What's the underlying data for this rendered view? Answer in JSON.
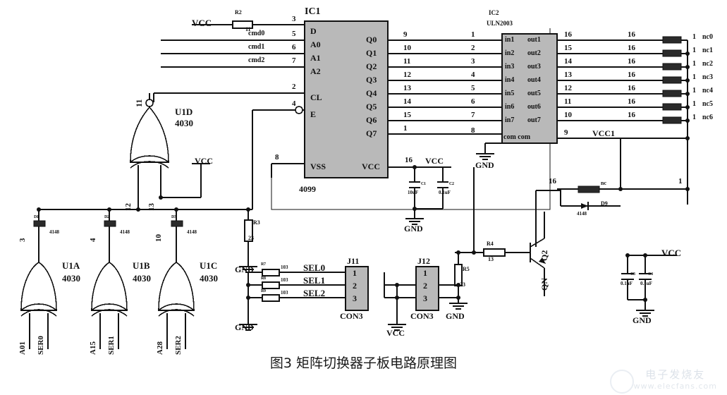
{
  "figure": {
    "caption": "图3  矩阵切换器子板电路原理图",
    "watermark_cn": "电子发烧友",
    "watermark_url": "www.elecfans.com"
  },
  "power": {
    "vcc": "VCC",
    "vcc1": "VCC1",
    "gnd": "GND"
  },
  "ic1": {
    "ref": "IC1",
    "part": "4099",
    "inputs": [
      {
        "pin": "3",
        "name": "D",
        "signal": ""
      },
      {
        "pin": "5",
        "name": "A0",
        "signal": "cmd0"
      },
      {
        "pin": "6",
        "name": "A1",
        "signal": "cmd1"
      },
      {
        "pin": "7",
        "name": "A2",
        "signal": "cmd2"
      },
      {
        "pin": "2",
        "name": "CL",
        "signal": ""
      },
      {
        "pin": "4",
        "name": "E",
        "signal": ""
      },
      {
        "pin": "8",
        "name": "VSS",
        "signal": ""
      }
    ],
    "outputs": [
      {
        "name": "Q0",
        "pin": "9"
      },
      {
        "name": "Q1",
        "pin": "10"
      },
      {
        "name": "Q2",
        "pin": "11"
      },
      {
        "name": "Q3",
        "pin": "12"
      },
      {
        "name": "Q4",
        "pin": "13"
      },
      {
        "name": "Q5",
        "pin": "14"
      },
      {
        "name": "Q6",
        "pin": "15"
      },
      {
        "name": "Q7",
        "pin": "1"
      }
    ],
    "vcc_pin_label": "VCC",
    "vcc_pin_num": "16"
  },
  "ic2": {
    "ref": "IC2",
    "part": "ULN2003",
    "rows": [
      {
        "in": "in1",
        "out": "out1",
        "in_pin": "1",
        "out_pin": "16",
        "net_pin": "16",
        "load": "1",
        "load_name": "nc0"
      },
      {
        "in": "in2",
        "out": "out2",
        "in_pin": "2",
        "out_pin": "15",
        "net_pin": "16",
        "load": "1",
        "load_name": "nc1"
      },
      {
        "in": "in3",
        "out": "out3",
        "in_pin": "3",
        "out_pin": "14",
        "net_pin": "16",
        "load": "1",
        "load_name": "nc2"
      },
      {
        "in": "in4",
        "out": "out4",
        "in_pin": "4",
        "out_pin": "13",
        "net_pin": "16",
        "load": "1",
        "load_name": "nc3"
      },
      {
        "in": "in5",
        "out": "out5",
        "in_pin": "5",
        "out_pin": "12",
        "net_pin": "16",
        "load": "1",
        "load_name": "nc4"
      },
      {
        "in": "in6",
        "out": "out6",
        "in_pin": "6",
        "out_pin": "11",
        "net_pin": "16",
        "load": "1",
        "load_name": "nc5"
      },
      {
        "in": "in7",
        "out": "out7",
        "in_pin": "7",
        "out_pin": "10",
        "net_pin": "16",
        "load": "1",
        "load_name": "nc6"
      }
    ],
    "com_label": "com com",
    "com_pin": "8",
    "vcc1_pin": "9",
    "vcc1_label": "VCC1"
  },
  "gates": [
    {
      "ref": "U1A",
      "part": "4030",
      "pin_top": "3",
      "in_a": "A01",
      "in_b": "SER0",
      "diode": "D1",
      "diode_part": "4148"
    },
    {
      "ref": "U1B",
      "part": "4030",
      "pin_top": "4",
      "in_a": "A15",
      "in_b": "SER1",
      "diode": "D2",
      "diode_part": "4148"
    },
    {
      "ref": "U1C",
      "part": "4030",
      "pin_top": "10",
      "in_a": "A28",
      "in_b": "SER2",
      "diode": "D3",
      "diode_part": "4148"
    },
    {
      "ref": "U1D",
      "part": "4030",
      "pin_top": "11",
      "in_a": "12",
      "in_b": "13",
      "diode": "",
      "diode_part": ""
    }
  ],
  "connectors": [
    {
      "ref": "J11",
      "type": "CON3",
      "pins": [
        "1",
        "2",
        "3"
      ],
      "signals": [
        "SEL0",
        "SEL1",
        "SEL2"
      ],
      "rail": "GND"
    },
    {
      "ref": "J12",
      "type": "CON3",
      "pins": [
        "1",
        "2",
        "3"
      ],
      "signals": [
        "",
        "",
        ""
      ],
      "rail": "VCC"
    }
  ],
  "sel_resistors": [
    {
      "ref": "R7",
      "value": "103"
    },
    {
      "ref": "R8",
      "value": "103"
    },
    {
      "ref": "R9",
      "value": "103"
    }
  ],
  "passives": [
    {
      "ref": "R2",
      "value": "11",
      "note": "series to D input"
    },
    {
      "ref": "R3",
      "value": "23",
      "note": "pulldown to GND"
    },
    {
      "ref": "R4",
      "value": "13",
      "note": "transistor base"
    },
    {
      "ref": "R5",
      "value": "23",
      "note": "base to GND"
    },
    {
      "ref": "C1",
      "value": "10uF",
      "note": "IC1 bulk"
    },
    {
      "ref": "C2",
      "value": "0.1uF",
      "note": "IC1 bypass"
    },
    {
      "ref": "C3",
      "value": "0.1uF",
      "note": "rail bypass"
    },
    {
      "ref": "C4",
      "value": "0.1uF",
      "note": "rail bypass"
    }
  ],
  "transistor": {
    "ref": "Q2",
    "emitter_label": "QN"
  },
  "relay_branch": {
    "left_pin": "16",
    "right_pin": "1",
    "resistor_label": "nc",
    "diode_ref": "D9",
    "diode_part": "4148"
  },
  "gnd_labels": [
    "GND",
    "GND",
    "GND",
    "GND",
    "GND",
    "GND"
  ]
}
